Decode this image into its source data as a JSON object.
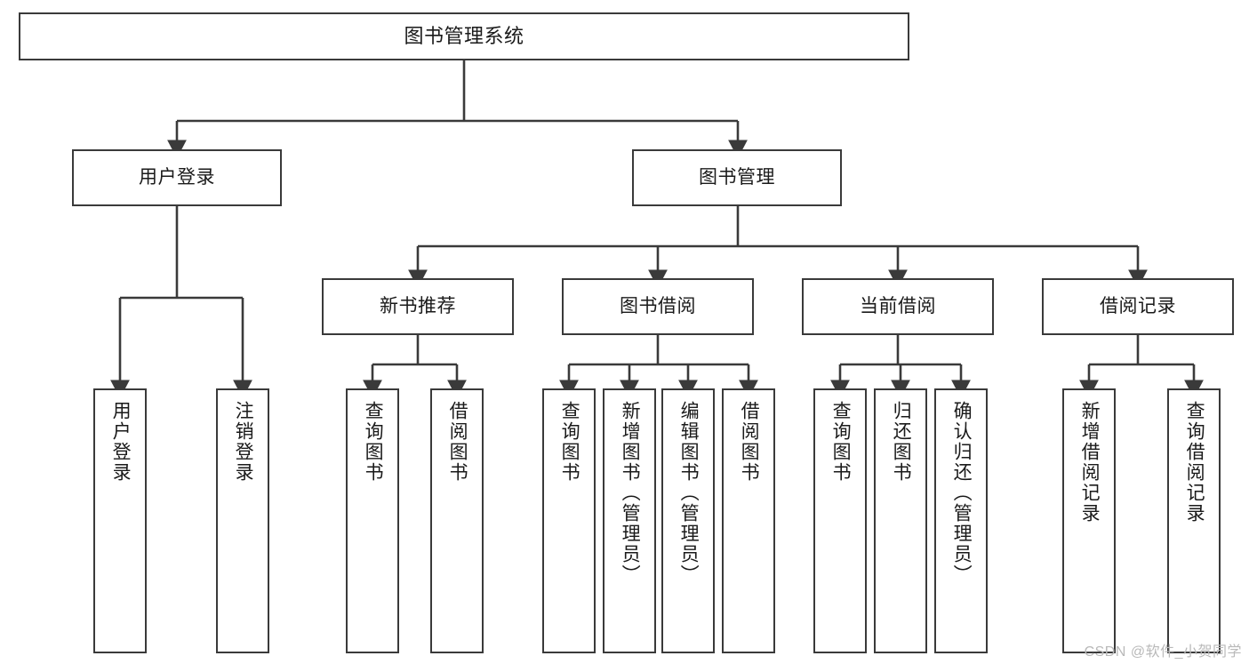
{
  "diagram": {
    "title": "图书管理系统",
    "type": "tree-hierarchy",
    "root": {
      "label": "图书管理系统"
    },
    "level2": [
      {
        "label": "用户登录"
      },
      {
        "label": "图书管理"
      }
    ],
    "level3": [
      {
        "label": "新书推荐"
      },
      {
        "label": "图书借阅"
      },
      {
        "label": "当前借阅"
      },
      {
        "label": "借阅记录"
      }
    ],
    "leaves": {
      "user_login": [
        {
          "label": "用户登录"
        },
        {
          "label": "注销登录"
        }
      ],
      "new_book_recommend": [
        {
          "label": "查询图书"
        },
        {
          "label": "借阅图书"
        }
      ],
      "book_borrow": [
        {
          "label": "查询图书"
        },
        {
          "label": "新增图书（管理员）"
        },
        {
          "label": "编辑图书（管理员）"
        },
        {
          "label": "借阅图书"
        }
      ],
      "current_borrow": [
        {
          "label": "查询图书"
        },
        {
          "label": "归还图书"
        },
        {
          "label": "确认归还（管理员）"
        }
      ],
      "borrow_record": [
        {
          "label": "新增借阅记录"
        },
        {
          "label": "查询借阅记录"
        }
      ]
    }
  },
  "watermark": {
    "text": "CSDN @软件_小贺同学"
  },
  "colors": {
    "box_border": "#3a3a3a",
    "connector": "#3a3a3a",
    "background": "#ffffff",
    "text": "#1a1a1a",
    "watermark": "#b9b9b9"
  }
}
